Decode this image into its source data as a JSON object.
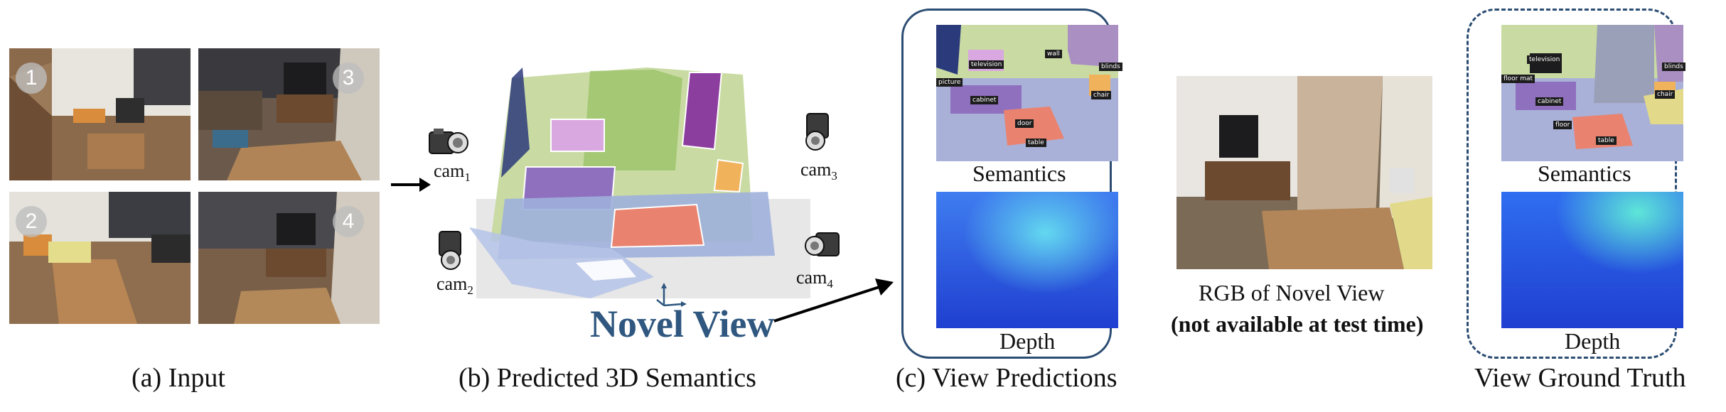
{
  "panels": {
    "input": {
      "caption": "(a) Input",
      "view_numbers": [
        "1",
        "2",
        "3",
        "4"
      ]
    },
    "semantics3d": {
      "caption": "(b) Predicted 3D Semantics",
      "cam_labels": [
        {
          "base": "cam",
          "sub": "1"
        },
        {
          "base": "cam",
          "sub": "2"
        },
        {
          "base": "cam",
          "sub": "3"
        },
        {
          "base": "cam",
          "sub": "4"
        }
      ],
      "novel_view_label": "Novel View"
    },
    "predictions": {
      "caption": "(c) View Predictions",
      "semantics_label": "Semantics",
      "depth_label": "Depth",
      "tags": [
        "television",
        "wall",
        "blinds",
        "picture",
        "cabinet",
        "chair",
        "door",
        "table"
      ]
    },
    "rgb": {
      "line1": "RGB of Novel View",
      "line2": "(not available at test time)"
    },
    "ground_truth": {
      "caption": "View Ground Truth",
      "semantics_label": "Semantics",
      "depth_label": "Depth",
      "tags": [
        "television",
        "floor mat",
        "blinds",
        "cabinet",
        "chair",
        "floor",
        "table"
      ]
    }
  },
  "colors": {
    "frame": "#2c4d73",
    "novel_view_text": "#2f577f",
    "wall_green": "#c9dba3",
    "cabinet_purple": "#a98fc2",
    "floor_blue": "#a9b1d8",
    "table_salmon": "#e9836f",
    "chair_orange": "#f0b25a",
    "depth_dark": "#1f3fd0",
    "depth_light": "#63d8f0"
  }
}
